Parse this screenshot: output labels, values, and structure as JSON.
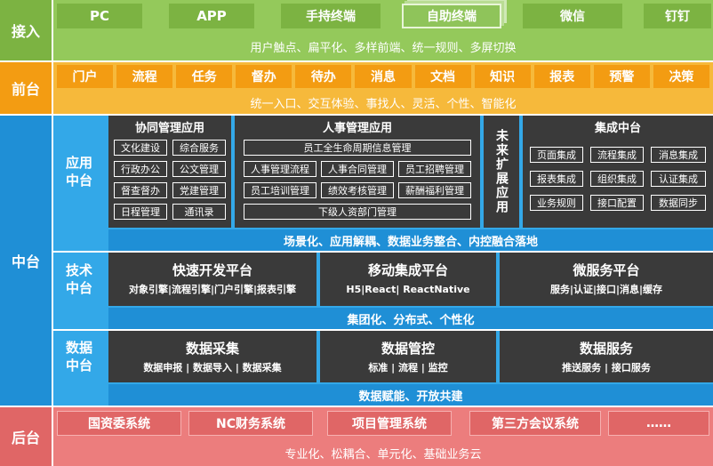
{
  "layers": {
    "access": {
      "label": "接入",
      "items": [
        "PC",
        "APP",
        "手持终端",
        "自助终端",
        "微信",
        "钉钉"
      ],
      "summary": "用户触点、扁平化、多样前端、统一规则、多屏切换"
    },
    "front": {
      "label": "前台",
      "items": [
        "门户",
        "流程",
        "任务",
        "督办",
        "待办",
        "消息",
        "文档",
        "知识",
        "报表",
        "预警",
        "决策"
      ],
      "summary": "统一入口、交互体验、事找人、灵活、个性、智能化"
    },
    "middle": {
      "label": "中台",
      "app": {
        "label": "应用中台",
        "collab": {
          "title": "协同管理应用",
          "items": [
            "文化建设",
            "综合服务",
            "行政办公",
            "公文管理",
            "督查督办",
            "党建管理",
            "日程管理",
            "通讯录"
          ]
        },
        "hr": {
          "title": "人事管理应用",
          "top": "员工全生命周期信息管理",
          "items": [
            "人事管理流程",
            "人事合同管理",
            "员工招聘管理",
            "员工培训管理",
            "绩效考核管理",
            "薪酬福利管理"
          ],
          "bottom": "下级人资部门管理"
        },
        "future": "未来扩展应用",
        "integration": {
          "title": "集成中台",
          "items": [
            "页面集成",
            "流程集成",
            "消息集成",
            "报表集成",
            "组织集成",
            "认证集成",
            "业务规则",
            "接口配置",
            "数据同步"
          ]
        },
        "summary": "场景化、应用解耦、数据业务整合、内控融合落地"
      },
      "tech": {
        "label": "技术中台",
        "platforms": [
          {
            "title": "快速开发平台",
            "sub": "对象引擎|流程引擎|门户引擎|报表引擎"
          },
          {
            "title": "移动集成平台",
            "sub": "H5|React| ReactNative"
          },
          {
            "title": "微服务平台",
            "sub": "服务|认证|接口|消息|缓存"
          }
        ],
        "summary": "集团化、分布式、个性化"
      },
      "data": {
        "label": "数据中台",
        "platforms": [
          {
            "title": "数据采集",
            "sub": "数据申报 | 数据导入 | 数据采集"
          },
          {
            "title": "数据管控",
            "sub": "标准 | 流程 | 监控"
          },
          {
            "title": "数据服务",
            "sub": "推送服务 | 接口服务"
          }
        ],
        "summary": "数据赋能、开放共建"
      }
    },
    "back": {
      "label": "后台",
      "items": [
        "国资委系统",
        "NC财务系统",
        "项目管理系统",
        "第三方会议系统",
        "……"
      ],
      "summary": "专业化、松耦合、单元化、基础业务云"
    }
  },
  "colors": {
    "access": "#94c95b",
    "front": "#f6b93b",
    "middle": "#33a8e8",
    "back": "#ec7d7d",
    "panel": "#3a3a3a"
  }
}
